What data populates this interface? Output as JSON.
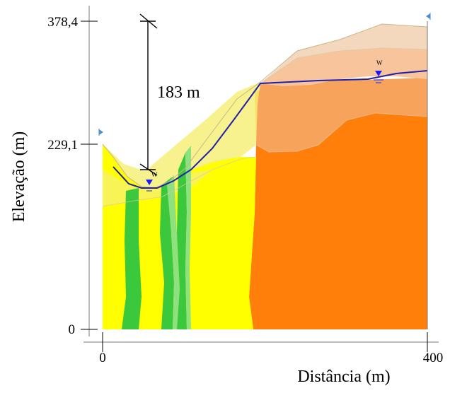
{
  "axes": {
    "ylabel": "Elevação (m)",
    "xlabel": "Distância (m)",
    "y_ticks": [
      "378,4",
      "229,1",
      "0"
    ],
    "x_ticks": [
      "0",
      "400"
    ]
  },
  "annotation": {
    "dimension_label": "183 m"
  },
  "water_table_markers": [
    "W",
    "W"
  ],
  "colors": {
    "yellow_layer": "#ffff00",
    "pale_yellow_layer": "#f6f07a",
    "green_layer": "#3cc83c",
    "light_green_layer": "#8fe07f",
    "orange_layer": "#ff7f0a",
    "light_orange_layer": "#f7a35c",
    "peach_layer": "#f7c49b",
    "pale_peach_layer": "#f3d8bd",
    "water_table": "#2020a8"
  }
}
